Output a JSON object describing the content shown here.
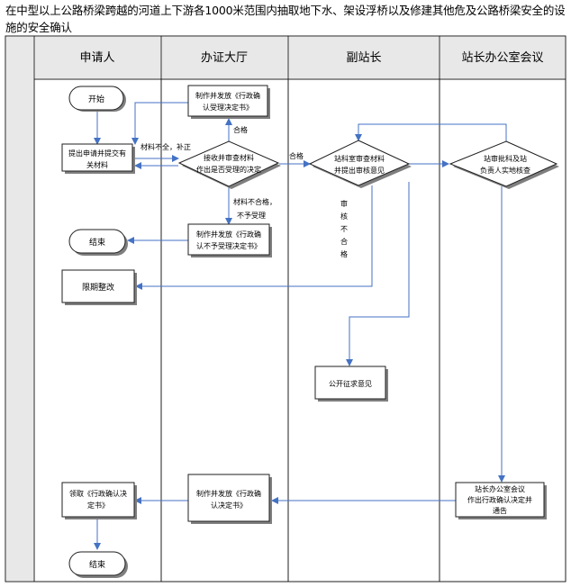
{
  "title": "在中型以上公路桥梁跨越的河道上下游各1000米范围内抽取地下水、架设浮桥以及修建其他危及公路桥梁安全的设施的安全确认",
  "lanes": {
    "applicant": "申请人",
    "hall": "办证大厅",
    "deputy": "副站长",
    "office": "站长办公室会议"
  },
  "nodes": {
    "start": "开始",
    "submit": [
      "提出申请并提交有",
      "关材料"
    ],
    "accept_notice": [
      "制作并发放《行政确",
      "认受理决定书》"
    ],
    "review": [
      "接收并审查材料",
      "作出是否受理的决定"
    ],
    "reject_notice": [
      "制作并发放《行政确",
      "认不予受理决定书》"
    ],
    "end1": "结束",
    "correct": "限期整改",
    "deputy_review": [
      "站科室审查材料",
      "并提出审核意见"
    ],
    "site_check": [
      "站审批科及站",
      "负责人实地核查"
    ],
    "public_opinion": "公开征求意见",
    "meeting": [
      "站长办公室会议",
      "作出行政确认决定并",
      "通告"
    ],
    "issue_decision": [
      "制作并发放《行政确",
      "认决定书》"
    ],
    "receive": [
      "领取《行政确认决",
      "定书》"
    ],
    "end2": "结束"
  },
  "labels": {
    "incomplete": "材料不全，补正",
    "qualified_up": "合格",
    "qualified_right": "合格",
    "unqualified": [
      "材料不合格，",
      "不予受理"
    ],
    "audit_fail": [
      "审",
      "核",
      "不",
      "合",
      "格"
    ]
  },
  "colors": {
    "line": "#1f1f1f",
    "arrow": "#4472c4",
    "shadow": "#7f7f7f",
    "header_fill": "#ffffff"
  }
}
